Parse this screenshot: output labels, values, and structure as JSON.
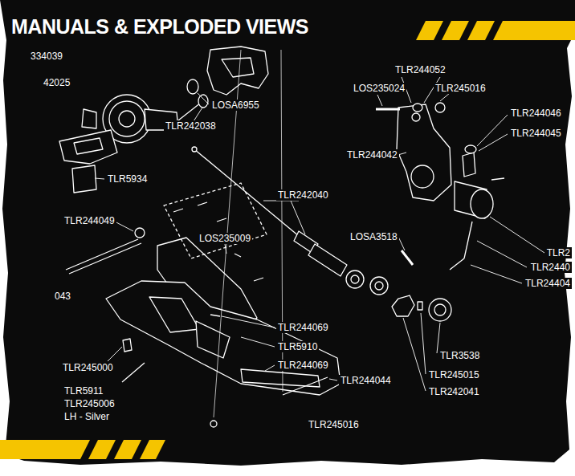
{
  "diagram": {
    "title": "MANUALS & EXPLODED VIEWS",
    "labels": [
      "334039",
      "42025",
      "TLR242038",
      "LOSA6955",
      "TLR5934",
      "TLR244049",
      "TLR242040",
      "LOS235009",
      "043",
      "TLR244052",
      "LOS235024",
      "TLR245016",
      "TLR244046",
      "TLR244045",
      "TLR244042",
      "LOSA3518",
      "TLR2",
      "TLR2440",
      "TLR24404",
      "TLR244069",
      "TLR5910",
      "TLR244069",
      "TLR245000",
      "TLR244044",
      "TLR3538",
      "TLR245015",
      "TLR242041",
      "TLR5911",
      "TLR245006",
      "LH - Silver",
      "TLR245016"
    ]
  }
}
